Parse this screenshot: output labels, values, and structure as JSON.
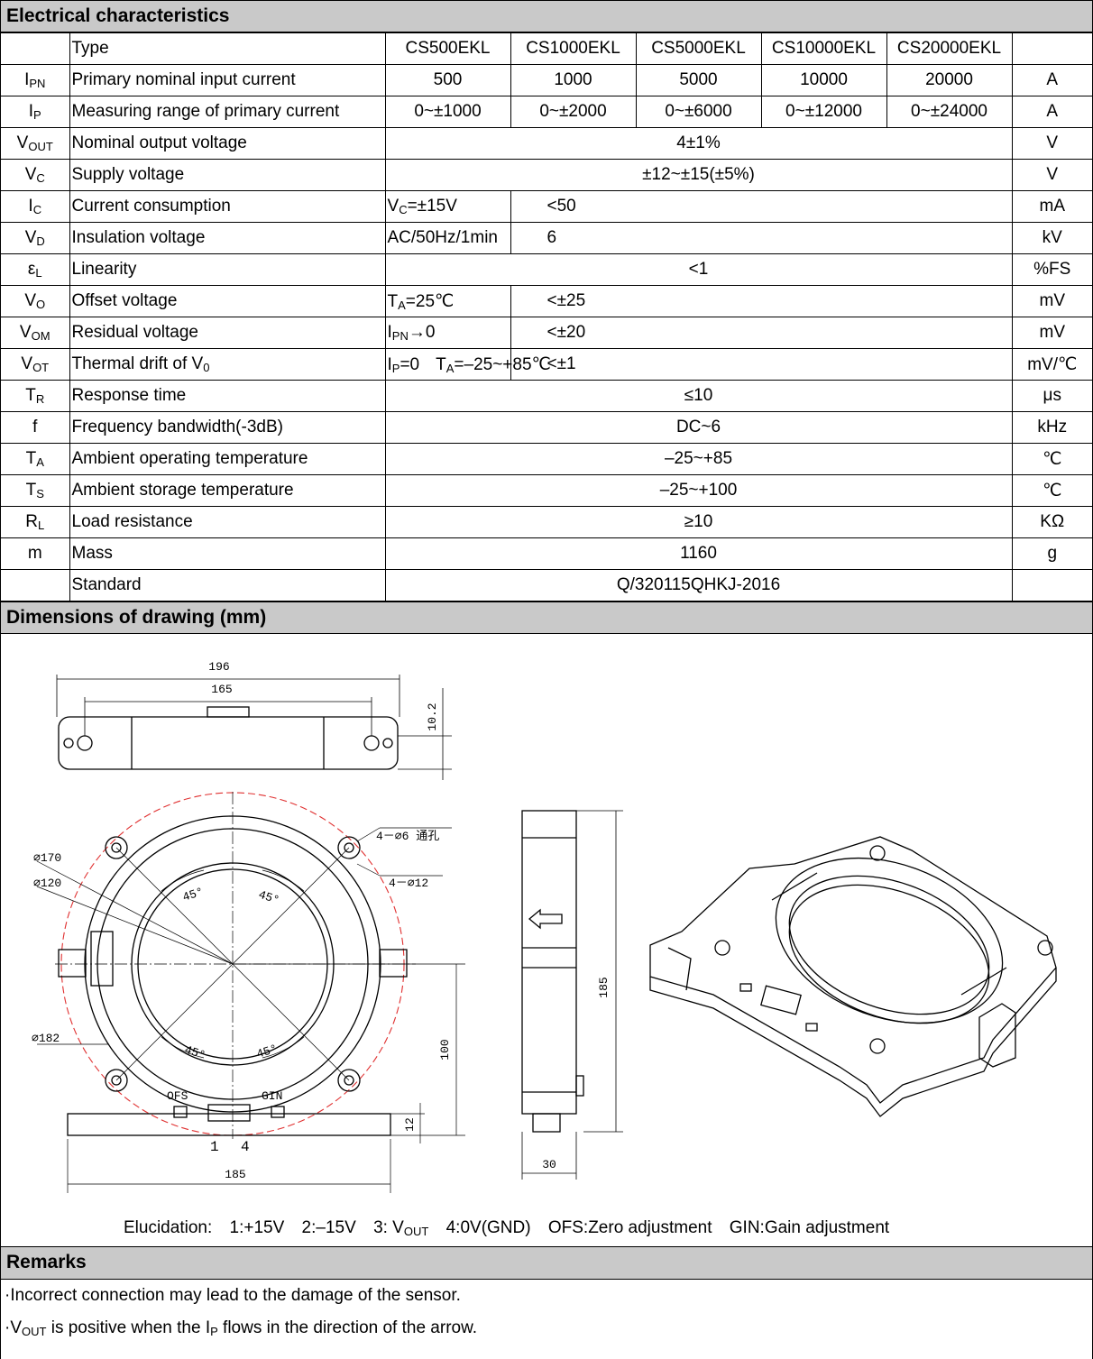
{
  "sections": {
    "electrical": "Electrical characteristics",
    "dimensions": "Dimensions of drawing (mm)",
    "remarks": "Remarks"
  },
  "table": {
    "type_label": "Type",
    "models": [
      "CS500EKL",
      "CS1000EKL",
      "CS5000EKL",
      "CS10000EKL",
      "CS20000EKL"
    ],
    "rows": [
      {
        "sym_main": "I",
        "sym_sub": "PN",
        "param": "Primary nominal input current",
        "values": [
          "500",
          "1000",
          "5000",
          "10000",
          "20000"
        ],
        "unit": "A"
      },
      {
        "sym_main": "I",
        "sym_sub": "P",
        "param": "Measuring range of primary current",
        "values": [
          "0~±1000",
          "0~±2000",
          "0~±6000",
          "0~±12000",
          "0~±24000"
        ],
        "unit": "A"
      },
      {
        "sym_main": "V",
        "sym_sub": "OUT",
        "param": "Nominal output voltage",
        "cond": "",
        "value": "4±1%",
        "unit": "V"
      },
      {
        "sym_main": "V",
        "sym_sub": "C",
        "param": "Supply voltage",
        "cond": "",
        "value": "±12~±15(±5%)",
        "unit": "V"
      },
      {
        "sym_main": "I",
        "sym_sub": "C",
        "param": "Current consumption",
        "cond_main": "V",
        "cond_sub": "C",
        "cond_rest": "=±15V",
        "value": "<50",
        "unit": "mA"
      },
      {
        "sym_main": "V",
        "sym_sub": "D",
        "param": "Insulation voltage",
        "cond": "AC/50Hz/1min",
        "value": "6",
        "unit": "kV"
      },
      {
        "sym_main": "ε",
        "sym_sub": "L",
        "param": "Linearity",
        "cond": "",
        "value": "<1",
        "unit": "%FS"
      },
      {
        "sym_main": "V",
        "sym_sub": "O",
        "param": "Offset voltage",
        "cond_main": "T",
        "cond_sub": "A",
        "cond_rest": "=25℃",
        "value": "<±25",
        "unit": "mV"
      },
      {
        "sym_main": "V",
        "sym_sub": "OM",
        "param": "Residual voltage",
        "cond_main": "I",
        "cond_sub": "PN",
        "cond_rest": "→0",
        "value": "<±20",
        "unit": "mV"
      },
      {
        "sym_main": "V",
        "sym_sub": "OT",
        "param_main": "Thermal drift of V",
        "param_sub": "0",
        "cond_a_main": "I",
        "cond_a_sub": "P",
        "cond_a_rest": "=0",
        "cond_b_main": "T",
        "cond_b_sub": "A",
        "cond_b_rest": "=–25~+85℃",
        "value": "<±1",
        "unit": "mV/℃"
      },
      {
        "sym_main": "T",
        "sym_sub": "R",
        "param": "Response time",
        "cond": "",
        "value": "≤10",
        "unit": "μs"
      },
      {
        "sym_main": "f",
        "sym_sub": "",
        "param": "Frequency bandwidth(-3dB)",
        "cond": "",
        "value": "DC~6",
        "unit": "kHz"
      },
      {
        "sym_main": "T",
        "sym_sub": "A",
        "param": "Ambient operating temperature",
        "cond": "",
        "value": "–25~+85",
        "unit": "℃"
      },
      {
        "sym_main": "T",
        "sym_sub": "S",
        "param": "Ambient storage temperature",
        "cond": "",
        "value": "–25~+100",
        "unit": "℃"
      },
      {
        "sym_main": "R",
        "sym_sub": "L",
        "param": "Load resistance",
        "cond": "",
        "value": "≥10",
        "unit": "KΩ"
      },
      {
        "sym_main": "m",
        "sym_sub": "",
        "param": "Mass",
        "cond": "",
        "value": "1160",
        "unit": "g"
      },
      {
        "sym_main": "",
        "sym_sub": "",
        "param": "Standard",
        "cond": "",
        "value": "Q/320115QHKJ-2016",
        "unit": ""
      }
    ]
  },
  "drawing": {
    "dim_196": "196",
    "dim_165": "165",
    "dim_10_2": "10.2",
    "dim_170": "∅170",
    "dim_120": "∅120",
    "dim_182": "∅182",
    "holes_through": "4－∅6 通孔",
    "holes_12": "4－∅12",
    "angle": "45°",
    "ofs": "OFS",
    "gin": "GIN",
    "pin_1": "1",
    "pin_4": "4",
    "dim_185_bottom": "185",
    "dim_100": "100",
    "dim_12": "12",
    "dim_185_side": "185",
    "dim_30": "30"
  },
  "elucidation": {
    "label": "Elucidation:",
    "p1": "1:+15V",
    "p2": "2:–15V",
    "p3_main": "3: V",
    "p3_sub": "OUT",
    "p4": "4:0V(GND)",
    "ofs": "OFS:Zero adjustment",
    "gin": "GIN:Gain adjustment"
  },
  "remarks": {
    "r1": "·Incorrect connection may lead to the damage of the sensor.",
    "r2_a": "·V",
    "r2_a_sub": "OUT",
    "r2_b": " is positive when the I",
    "r2_b_sub": "P",
    "r2_c": " flows in the direction of the arrow."
  },
  "colors": {
    "header_bg": "#c9c9c9",
    "outline_dash": "#e03030",
    "line": "#000000"
  }
}
